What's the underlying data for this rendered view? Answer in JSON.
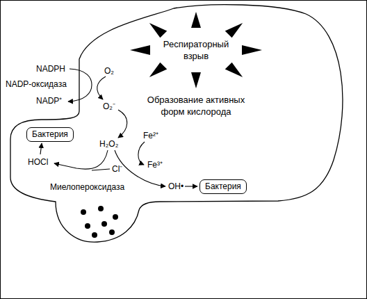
{
  "diagram": {
    "nodes": [
      {
        "text": [
          "Бактерия"
        ]
      },
      {
        "text": [
          "Бактерия"
        ]
      }
    ],
    "labels": [
      "Респираторный взрыв",
      "NADPH",
      "O₂",
      "NADP-оксидаза",
      "NADP⁺",
      "O₂⁻",
      "Образование активных форм кислорода",
      "H₂O₂",
      "Fe²⁺",
      "HOCl",
      "Cl⁻",
      "Fe³⁺",
      "OH•",
      "Миелопероксидаза"
    ]
  }
}
